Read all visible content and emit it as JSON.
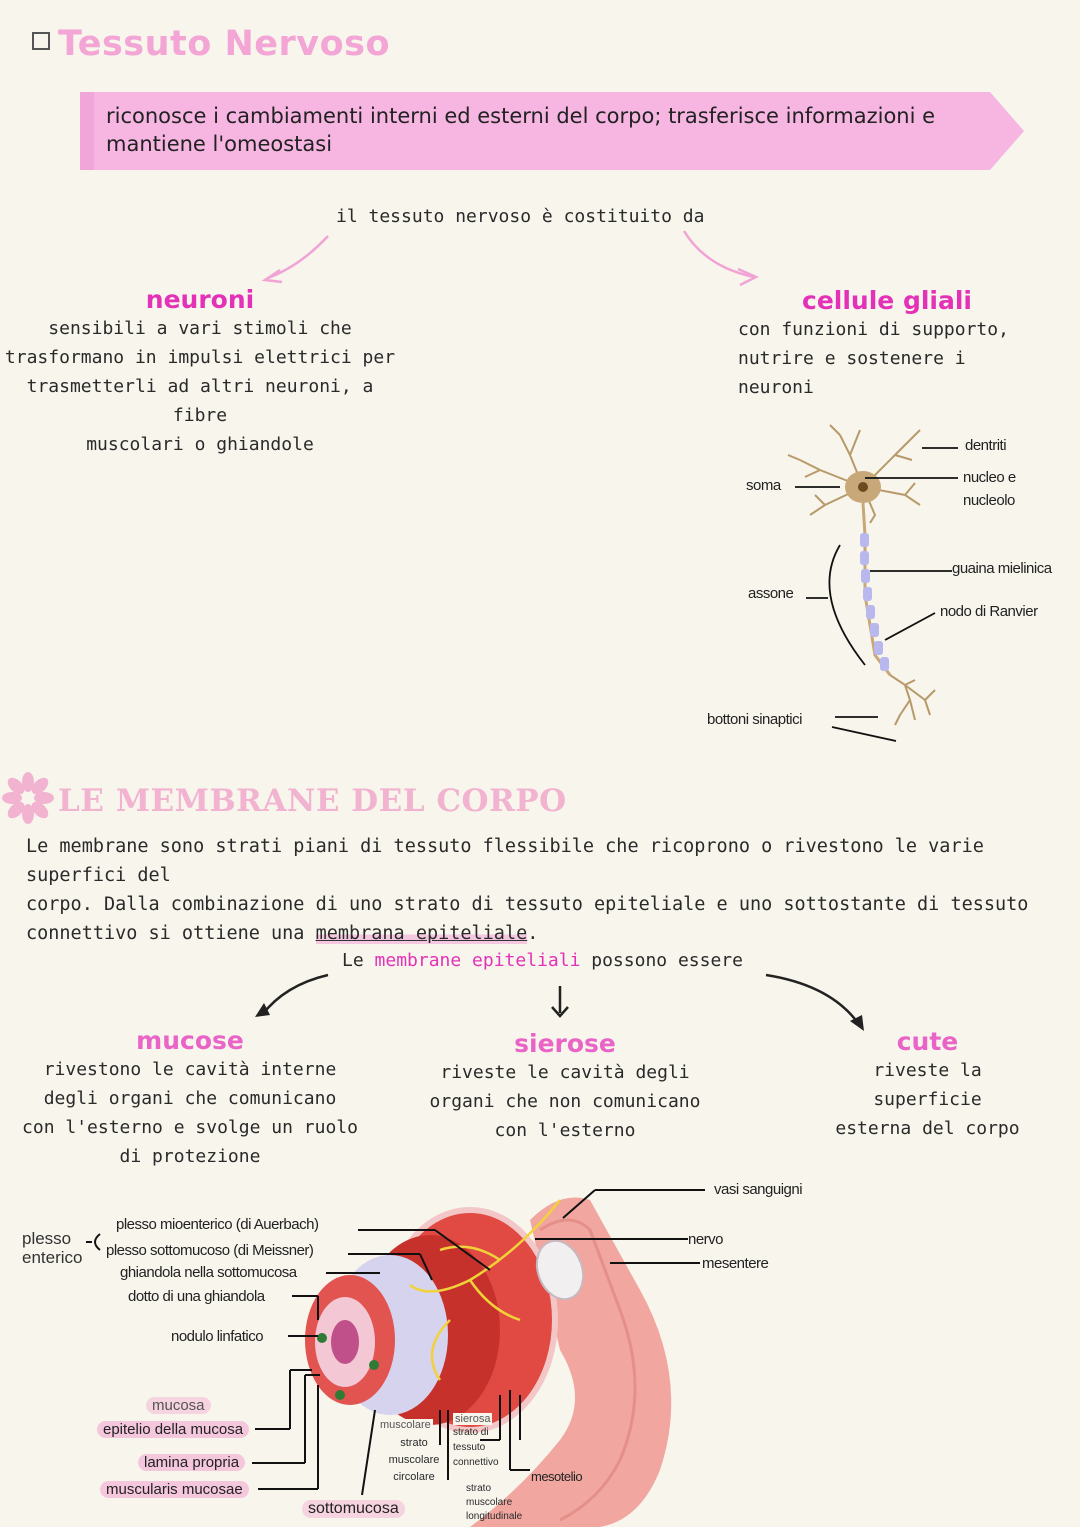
{
  "section1": {
    "title": "Tessuto Nervoso",
    "banner": "riconosce i cambiamenti interni ed esterni del corpo; trasferisce informazioni e mantiene l'omeostasi",
    "intro": "il tessuto nervoso è costituito da",
    "neuroni": {
      "title": "neuroni",
      "lines": [
        "sensibili a vari stimoli che",
        "trasformano in impulsi elettrici per",
        "trasmetterli ad altri neuroni, a fibre",
        "muscolari o ghiandole"
      ]
    },
    "glia": {
      "title": "cellule gliali",
      "lines": [
        "con funzioni di supporto,",
        "nutrire e sostenere i",
        "neuroni"
      ]
    },
    "neuron_labels": {
      "dendriti": "dentriti",
      "nucleo1": "nucleo e",
      "nucleo2": "nucleolo",
      "soma": "soma",
      "guaina": "guaina mielinica",
      "nodo": "nodo di Ranvier",
      "assone": "assone",
      "bottoni": "bottoni sinaptici"
    }
  },
  "section2": {
    "title": "LE MEMBRANE DEL CORPO",
    "para_lines": [
      "Le membrane sono strati piani di tessuto flessibile che ricoprono o rivestono le varie superfici del",
      "corpo. Dalla combinazione di uno strato di tessuto epiteliale e uno sottostante di tessuto"
    ],
    "para_last_prefix": "connettivo si ottiene una ",
    "para_highlight": "membrana epiteliale",
    "para_last_suffix": ".",
    "types_prefix": "Le ",
    "types_pink": "membrane epiteliali",
    "types_suffix": " possono essere",
    "mucose": {
      "title": "mucose",
      "lines": [
        "rivestono le cavità interne",
        "degli organi che comunicano",
        "con l'esterno e svolge un ruolo",
        "di protezione"
      ]
    },
    "sierose": {
      "title": "sierose",
      "lines": [
        "riveste le cavità degli",
        "organi che non comunicano",
        "con l'esterno"
      ]
    },
    "cute": {
      "title": "cute",
      "lines": [
        "riveste la superficie",
        "esterna del corpo"
      ]
    },
    "gut_labels": {
      "plesso1": "plesso",
      "plesso2": "enterico",
      "mioenterico": "plesso mioenterico (di Auerbach)",
      "sottomucoso": "plesso sottomucoso (di Meissner)",
      "ghiandola": "ghiandola nella sottomucosa",
      "dotto": "dotto di una ghiandola",
      "nodulo": "nodulo linfatico",
      "mucosa": "mucosa",
      "epitelio": "epitelio della mucosa",
      "lamina": "lamina propria",
      "muscularis": "muscularis mucosae",
      "sottomucosa": "sottomucosa",
      "muscolare": "muscolare",
      "strato_circ1": "strato",
      "strato_circ2": "muscolare",
      "strato_circ3": "circolare",
      "sierosa": "sierosa",
      "conn1": "strato di",
      "conn2": "tessuto",
      "conn3": "connettivo",
      "long1": "strato",
      "long2": "muscolare",
      "long3": "longitudinale",
      "mesotelio": "mesotelio",
      "vasi": "vasi sanguigni",
      "nervo": "nervo",
      "mesentere": "mesentere"
    }
  }
}
